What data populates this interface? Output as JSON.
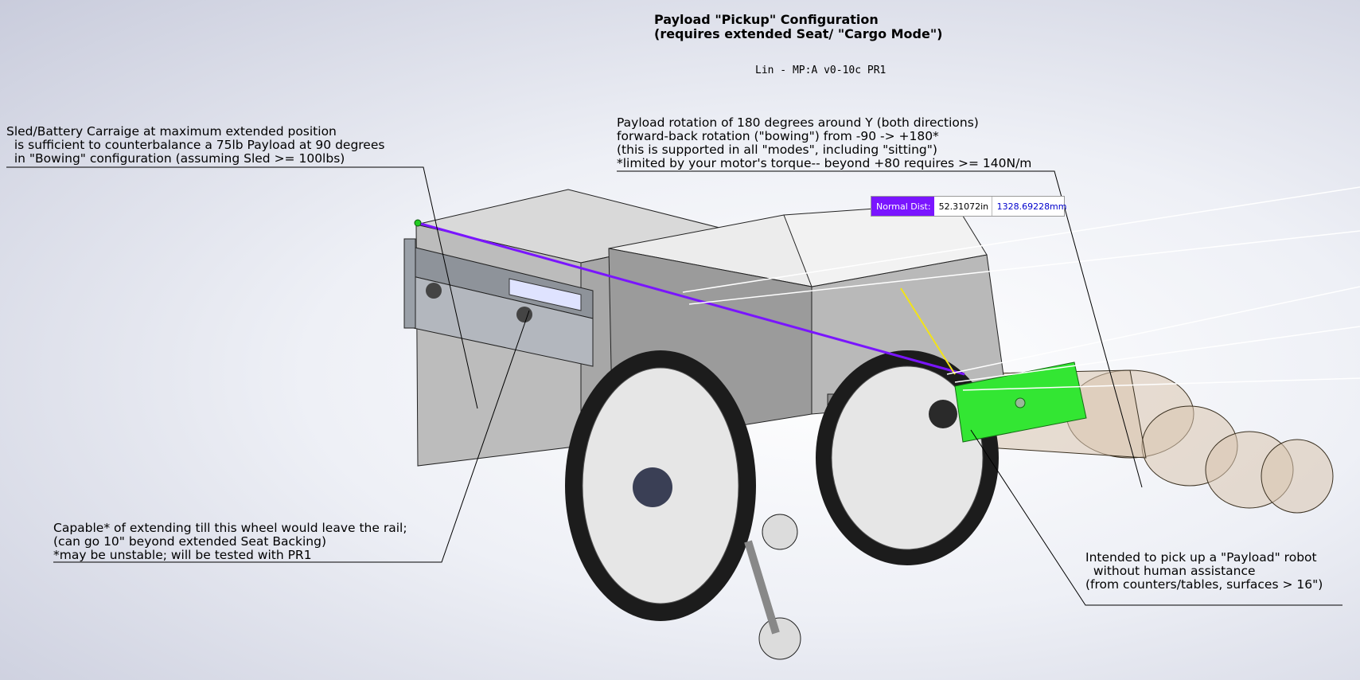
{
  "header": {
    "title": "Payload \"Pickup\" Configuration\n(requires extended Seat/ \"Cargo Mode\")",
    "version": "Lin - MP:A v0-10c PR1"
  },
  "annotations": {
    "sled": "Sled/Battery Carraige at maximum extended position\n  is sufficient to counterbalance a 75lb Payload at 90 degrees\n  in \"Bowing\" configuration (assuming Sled >= 100lbs)",
    "rotation": "Payload rotation of 180 degrees around Y (both directions)\nforward-back rotation (\"bowing\") from -90 -> +180*\n(this is supported in all \"modes\", including \"sitting\")\n*limited by your motor's torque-- beyond +80 requires >= 140N/m",
    "rail": "Capable* of extending till this wheel would leave the rail;\n(can go 10\" beyond extended Seat Backing)\n*may be unstable; will be tested with PR1",
    "payload": "Intended to pick up a \"Payload\" robot\n  without human assistance\n(from counters/tables, surfaces > 16\")"
  },
  "measurement": {
    "label": "Normal Dist:",
    "value_in": "52.31072in",
    "value_mm": "1328.69228mm"
  },
  "colors": {
    "measure_line": "#7a15ff",
    "payload_mount": "#33e633",
    "payload_ghost": "#d8c4ae",
    "leader": "#000000"
  }
}
